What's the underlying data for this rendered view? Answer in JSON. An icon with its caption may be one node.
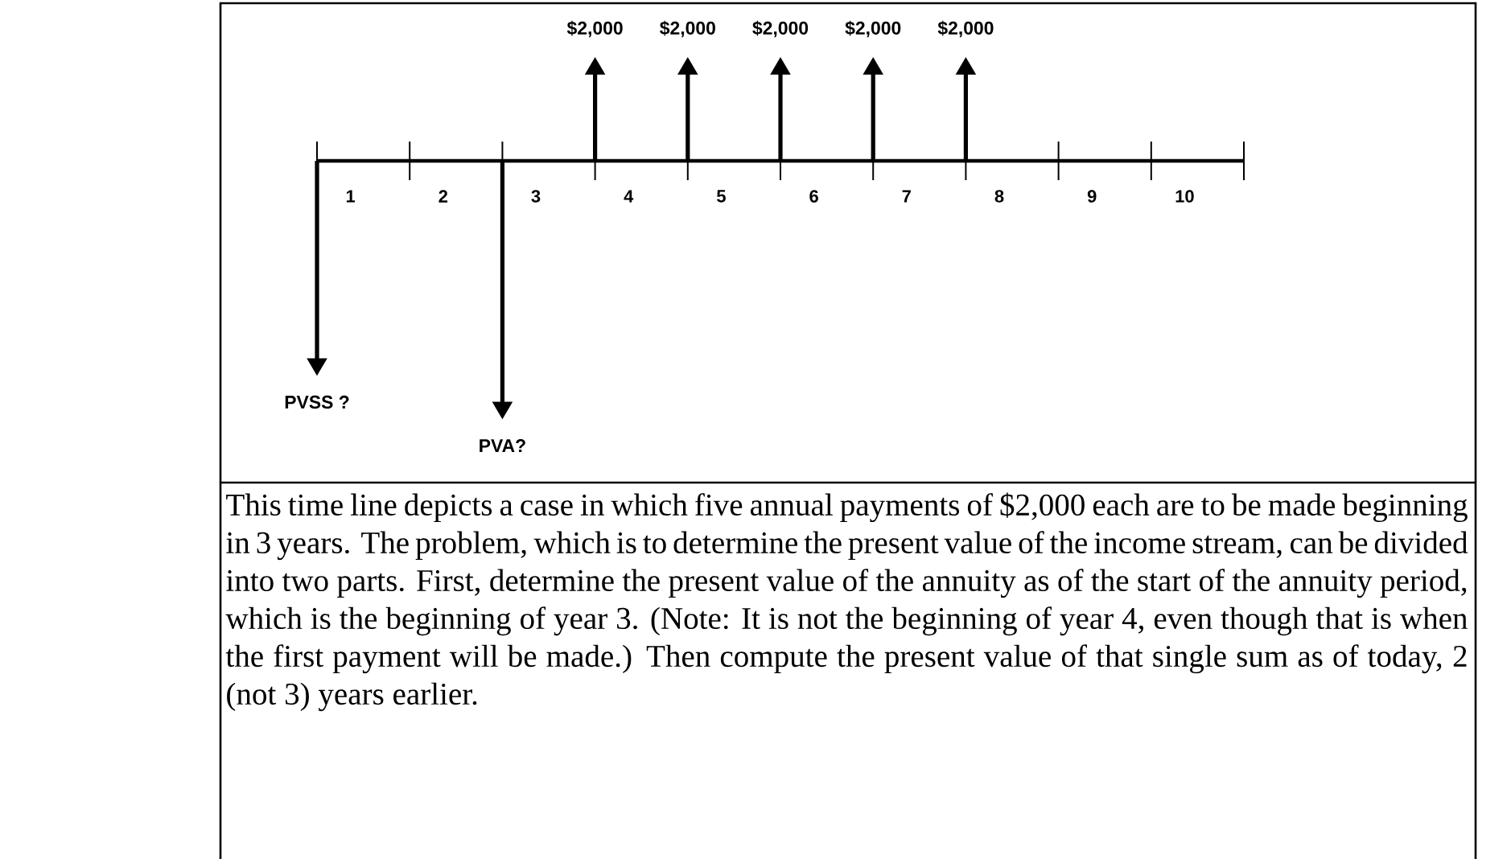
{
  "diagram": {
    "caption": "This time line depicts a case in which five annual payments of $2,000 each are to be made beginning in 3 years. The problem, which is to determine the present value of the income stream, can be divided into two parts. First, determine the present value of the annuity as of the start of the annuity period, which is the beginning of year 3. (Note: It is not the beginning of year 4, even though that is when the first payment will be made.) Then compute the present value of that single sum as of today, 2 (not 3) years earlier.",
    "nodes": [
      {
        "text": [
          "$2,000"
        ]
      },
      {
        "text": [
          "$2,000"
        ]
      },
      {
        "text": [
          "$2,000"
        ]
      },
      {
        "text": [
          "$2,000"
        ]
      },
      {
        "text": [
          "$2,000"
        ]
      },
      {
        "text": [
          "PVSS ?"
        ]
      },
      {
        "text": [
          "PVA?"
        ]
      }
    ],
    "edges": [
      {
        "from": null,
        "to": 0,
        "arrow": "to"
      },
      {
        "from": null,
        "to": 1,
        "arrow": "to"
      },
      {
        "from": null,
        "to": 2,
        "arrow": "to"
      },
      {
        "from": null,
        "to": 3,
        "arrow": "to"
      },
      {
        "from": null,
        "to": 4,
        "arrow": "to"
      },
      {
        "from": null,
        "to": 5,
        "arrow": "to"
      },
      {
        "from": null,
        "to": 6,
        "arrow": "to"
      }
    ],
    "labels": [
      "1",
      "2",
      "3",
      "4",
      "5",
      "6",
      "7",
      "8",
      "9",
      "10"
    ]
  }
}
